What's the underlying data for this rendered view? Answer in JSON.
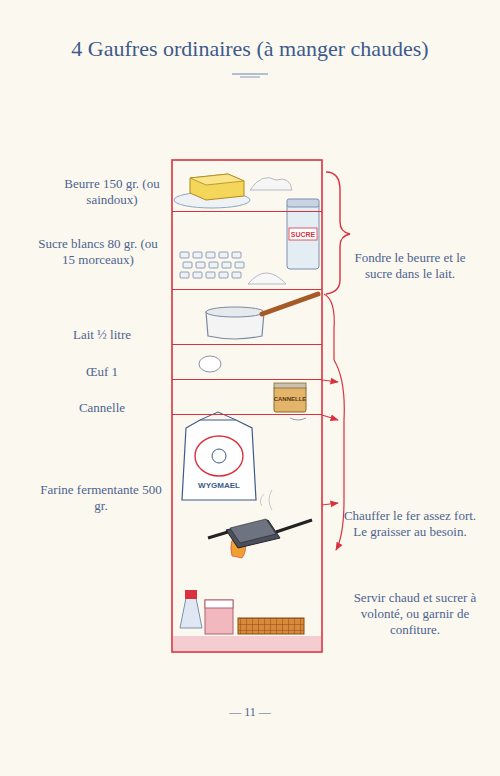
{
  "diagram": {
    "title": "4 Gaufres ordinaires (à manger chaudes)",
    "nodes": [
      {
        "text": [
          "Beurre 150 gr. (ou saindoux)"
        ]
      },
      {
        "text": [
          "Sucre blancs 80 gr. (ou 15 morceaux)"
        ]
      },
      {
        "text": [
          "Lait ½ litre"
        ]
      },
      {
        "text": [
          "Œuf 1"
        ]
      },
      {
        "text": [
          "Cannelle"
        ]
      },
      {
        "text": [
          "Farine fermentante 500 gr."
        ]
      }
    ],
    "labels": [
      "Fondre le beurre et le sucre dans le lait.",
      "Chauffer le fer assez fort. Le graisser au besoin.",
      "Servir chaud et sucrer à volonté, ou garnir de confiture.",
      "— 11 —",
      "SUCRE",
      "CANNELLE",
      "WYGMAEL"
    ]
  }
}
